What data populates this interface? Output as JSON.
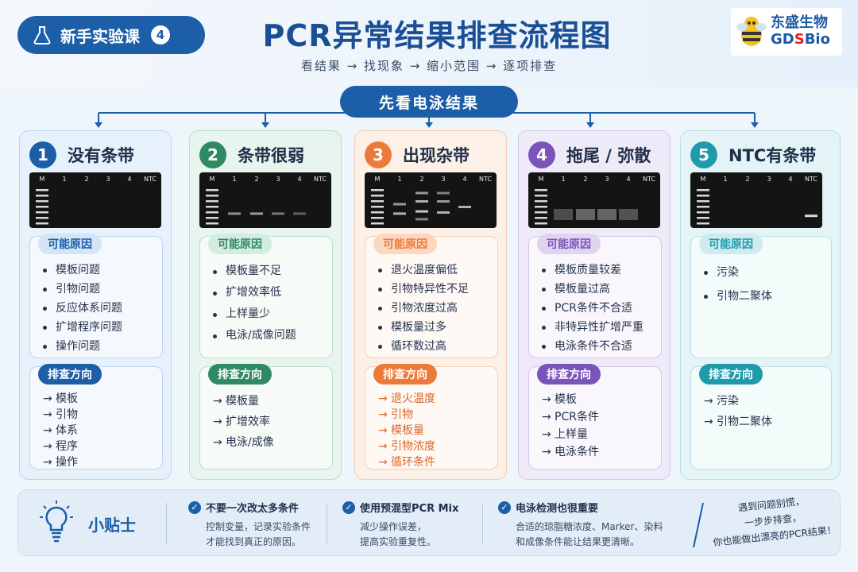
{
  "header": {
    "badge_label": "新手实验课",
    "badge_num": "4",
    "title": "PCR异常结果排查流程图",
    "subtitle": "看结果 → 找现象 → 缩小范围 → 逐项排查",
    "logo_cn": "东盛生物",
    "logo_en_a": "GD",
    "logo_en_b": "S",
    "logo_en_c": "Bio"
  },
  "start_label": "先看电泳结果",
  "colors": {
    "blue": "#1c5ea8",
    "green": "#2e8a63",
    "orange": "#ec7a3a",
    "purple": "#7a54b8",
    "teal": "#1f9aab"
  },
  "gel_lanes": [
    "M",
    "1",
    "2",
    "3",
    "4",
    "NTC"
  ],
  "cards": [
    {
      "num": "1",
      "title": "没有条带",
      "cause_label": "可能原因",
      "causes": [
        "模板问题",
        "引物问题",
        "反应体系问题",
        "扩增程序问题",
        "操作问题"
      ],
      "check_label": "排查方向",
      "checks": [
        "模板",
        "引物",
        "体系",
        "程序",
        "操作"
      ]
    },
    {
      "num": "2",
      "title": "条带很弱",
      "cause_label": "可能原因",
      "causes": [
        "模板量不足",
        "扩增效率低",
        "上样量少",
        "电泳/成像问题"
      ],
      "check_label": "排查方向",
      "checks": [
        "模板量",
        "扩增效率",
        "电泳/成像"
      ]
    },
    {
      "num": "3",
      "title": "出现杂带",
      "cause_label": "可能原因",
      "causes": [
        "退火温度偏低",
        "引物特异性不足",
        "引物浓度过高",
        "模板量过多",
        "循环数过高"
      ],
      "check_label": "排查方向",
      "checks": [
        "退火温度",
        "引物",
        "模板量",
        "引物浓度",
        "循环条件"
      ]
    },
    {
      "num": "4",
      "title": "拖尾 / 弥散",
      "cause_label": "可能原因",
      "causes": [
        "模板质量较差",
        "模板量过高",
        "PCR条件不合适",
        "非特异性扩增严重",
        "电泳条件不合适"
      ],
      "check_label": "排查方向",
      "checks": [
        "模板",
        "PCR条件",
        "上样量",
        "电泳条件"
      ]
    },
    {
      "num": "5",
      "title": "NTC有条带",
      "cause_label": "可能原因",
      "causes": [
        "污染",
        "引物二聚体"
      ],
      "check_label": "排查方向",
      "checks": [
        "污染",
        "引物二聚体"
      ]
    }
  ],
  "tips": {
    "label": "小贴士",
    "items": [
      {
        "head": "不要一次改太多条件",
        "body1": "控制变量，记录实验条件",
        "body2": "才能找到真正的原因。"
      },
      {
        "head": "使用预混型PCR Mix",
        "body1": "减少操作误差，",
        "body2": "提高实验重复性。"
      },
      {
        "head": "电泳检测也很重要",
        "body1": "合适的琼脂糖浓度、Marker、染料",
        "body2": "和成像条件能让结果更清晰。"
      }
    ],
    "note1": "遇到问题别慌，",
    "note2": "一步步排查，",
    "note3": "你也能做出漂亮的PCR结果！"
  }
}
